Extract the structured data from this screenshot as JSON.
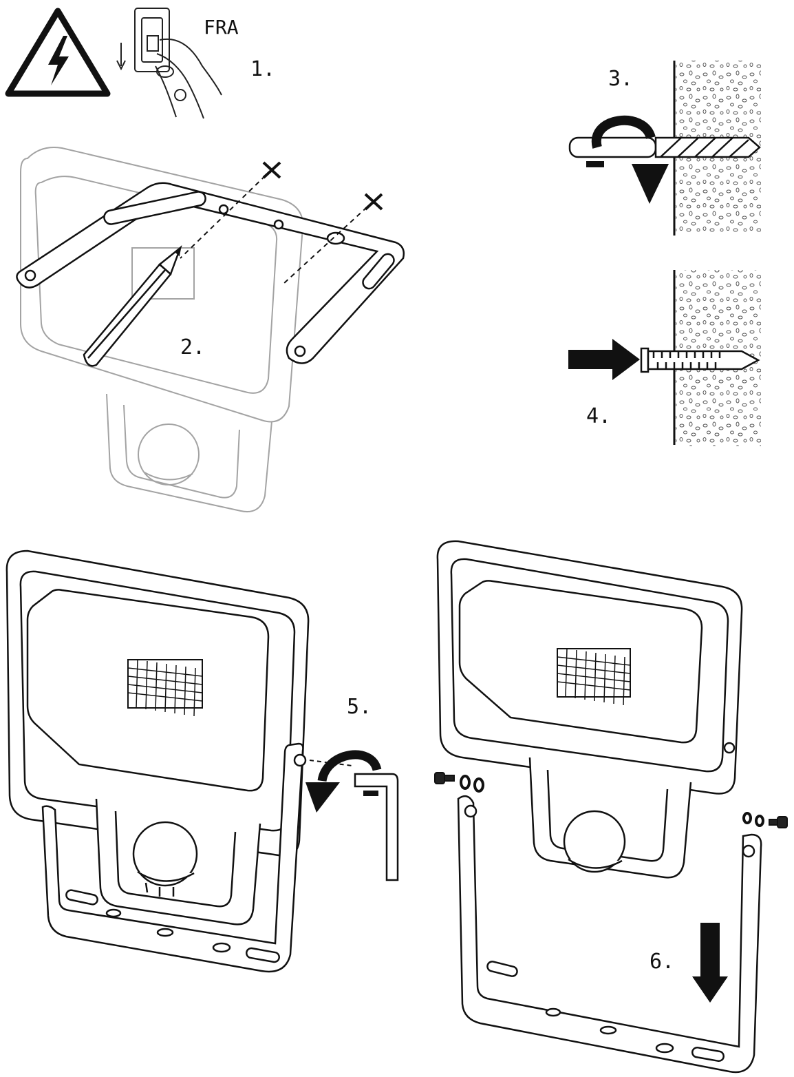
{
  "language_code": "FRA",
  "steps": [
    {
      "id": 1,
      "label": "1."
    },
    {
      "id": 2,
      "label": "2."
    },
    {
      "id": 3,
      "label": "3."
    },
    {
      "id": 4,
      "label": "4."
    },
    {
      "id": 5,
      "label": "5."
    },
    {
      "id": 6,
      "label": "6."
    }
  ],
  "colors": {
    "ink": "#111111",
    "faint": "#9a9a9a",
    "paper": "#ffffff"
  },
  "icons": [
    "high-voltage-warning-icon",
    "power-switch-icon",
    "pencil-icon",
    "drill-bit-icon",
    "rotation-arrow-icon",
    "push-arrow-icon",
    "wall-plug-icon",
    "allen-key-icon",
    "down-arrow-icon",
    "screw-icon",
    "washer-icon"
  ]
}
